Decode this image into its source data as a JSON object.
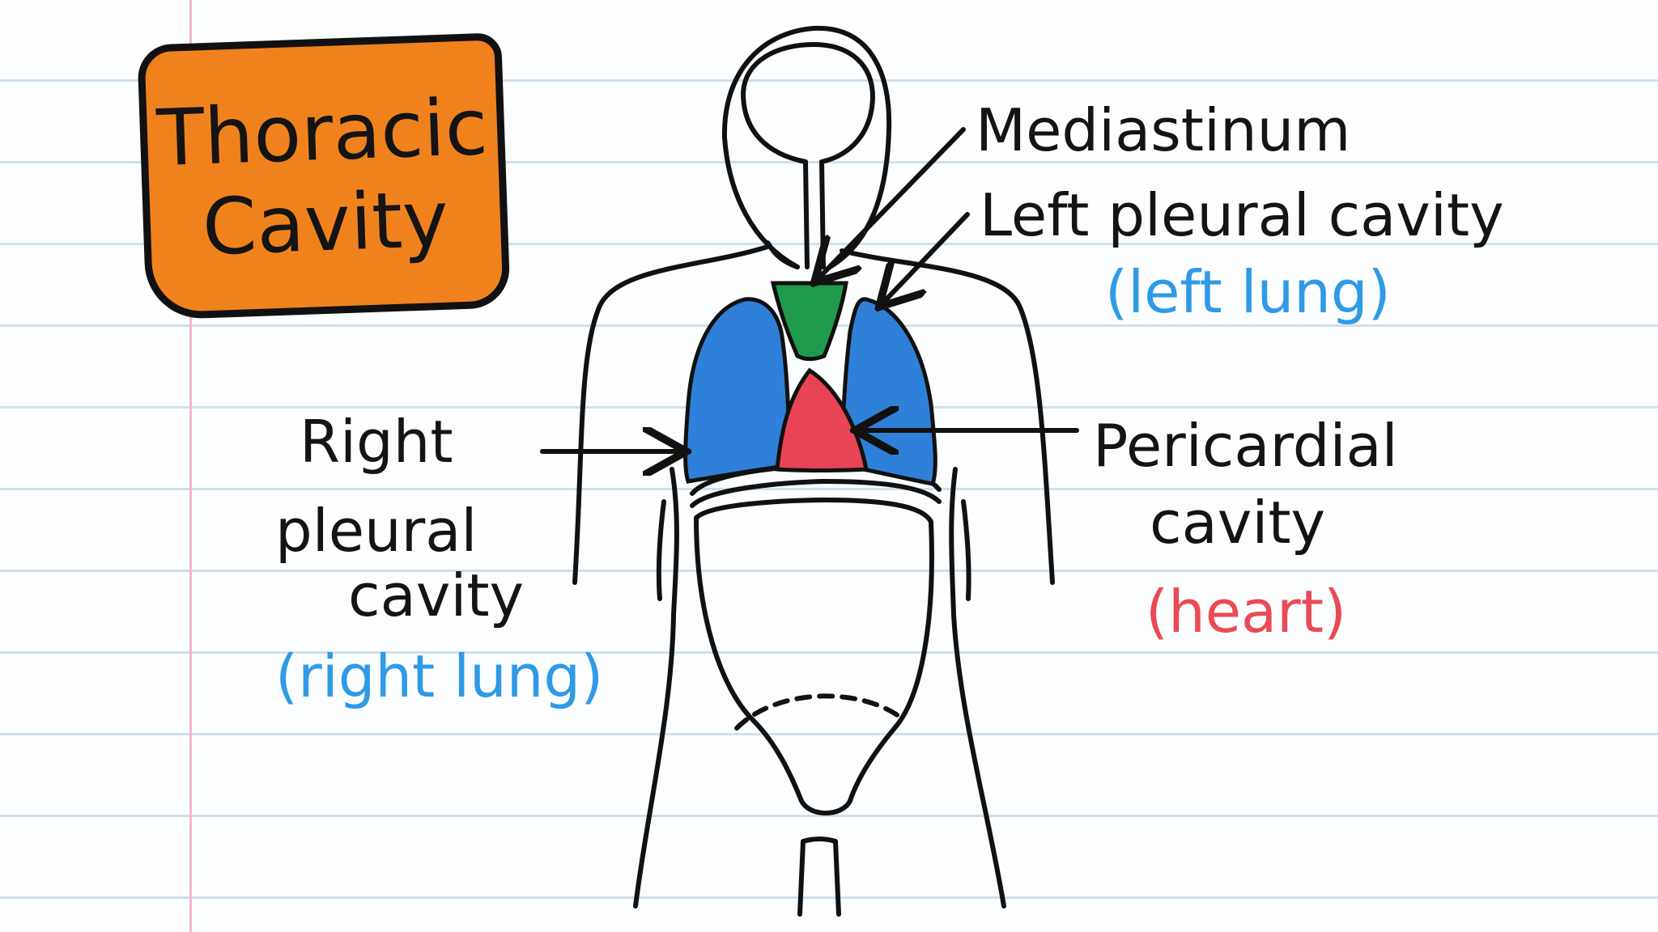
{
  "title": {
    "line1": "Thoracic",
    "line2": "Cavity"
  },
  "labels": {
    "mediastinum": "Mediastinum",
    "left_pleural": "Left pleural cavity",
    "left_lung": "(left  lung)",
    "right_line1": "Right",
    "right_line2": "pleural",
    "right_line3": "cavity",
    "right_lung": "(right lung)",
    "pericardial_line1": "Pericardial",
    "pericardial_line2": "cavity",
    "heart": "(heart)"
  },
  "colors": {
    "title_box": "#f0821e",
    "lungs": "#2f80d8",
    "mediastinum": "#1f9a4c",
    "heart": "#e84455",
    "blue_text": "#2f9ae6",
    "red_text": "#ea4a56"
  }
}
